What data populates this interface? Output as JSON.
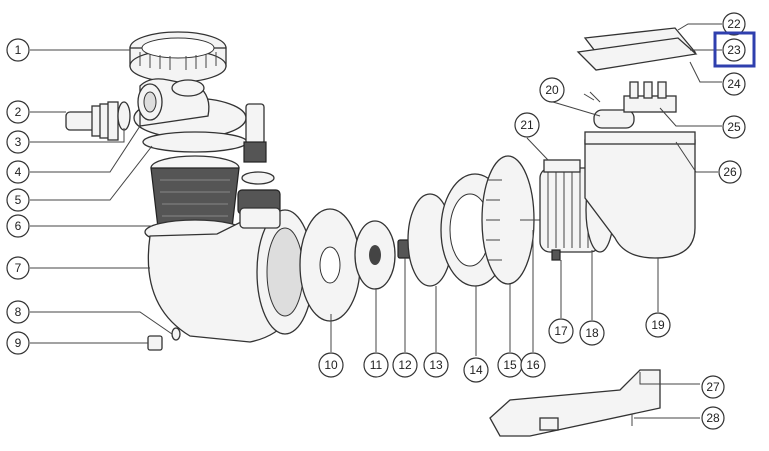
{
  "diagram": {
    "callouts": [
      {
        "id": "1",
        "label": "1"
      },
      {
        "id": "2",
        "label": "2"
      },
      {
        "id": "3",
        "label": "3"
      },
      {
        "id": "4",
        "label": "4"
      },
      {
        "id": "5",
        "label": "5"
      },
      {
        "id": "6",
        "label": "6"
      },
      {
        "id": "7",
        "label": "7"
      },
      {
        "id": "8",
        "label": "8"
      },
      {
        "id": "9",
        "label": "9"
      },
      {
        "id": "10",
        "label": "10"
      },
      {
        "id": "11",
        "label": "11"
      },
      {
        "id": "12",
        "label": "12"
      },
      {
        "id": "13",
        "label": "13"
      },
      {
        "id": "14",
        "label": "14"
      },
      {
        "id": "15",
        "label": "15"
      },
      {
        "id": "16",
        "label": "16"
      },
      {
        "id": "17",
        "label": "17"
      },
      {
        "id": "18",
        "label": "18"
      },
      {
        "id": "19",
        "label": "19"
      },
      {
        "id": "20",
        "label": "20"
      },
      {
        "id": "21",
        "label": "21"
      },
      {
        "id": "22",
        "label": "22"
      },
      {
        "id": "23",
        "label": "23"
      },
      {
        "id": "24",
        "label": "24"
      },
      {
        "id": "25",
        "label": "25"
      },
      {
        "id": "26",
        "label": "26"
      },
      {
        "id": "27",
        "label": "27"
      },
      {
        "id": "28",
        "label": "28"
      }
    ],
    "highlighted_callout": "23",
    "highlight_color": "#2f3fae"
  }
}
